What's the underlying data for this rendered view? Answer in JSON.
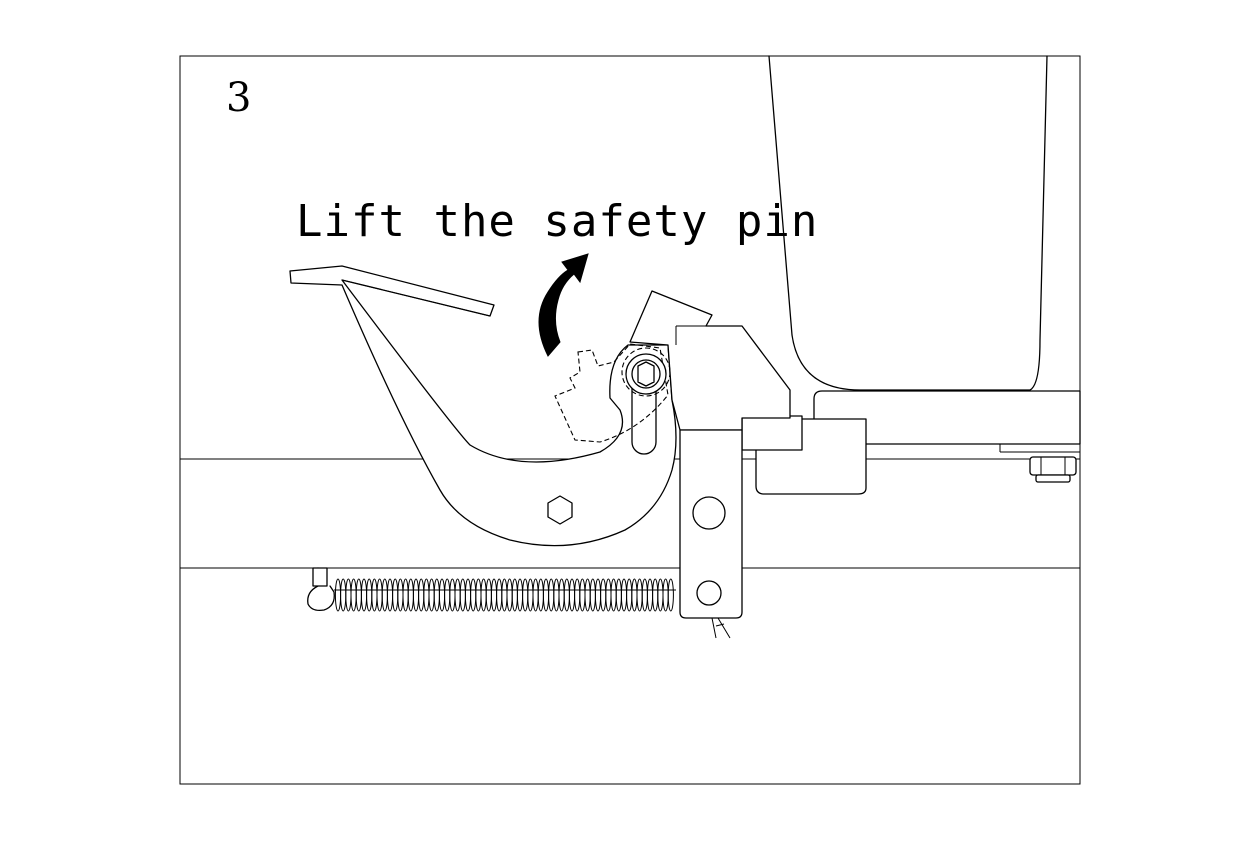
{
  "figure": {
    "step_number": "3",
    "caption": "Lift the safety pin",
    "arrow_direction": "clockwise-up"
  }
}
